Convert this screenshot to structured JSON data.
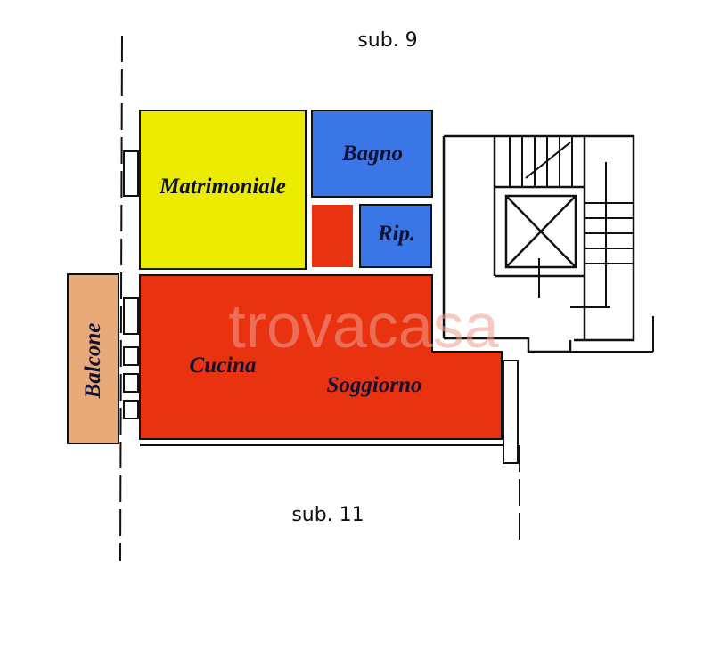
{
  "neighbors": {
    "top": "sub. 9",
    "bottom": "sub. 11"
  },
  "watermark": "trovacasa",
  "rooms": [
    {
      "name": "Matrimoniale",
      "color": "#ecec00"
    },
    {
      "name": "Bagno",
      "color": "#3b76e6"
    },
    {
      "name": "Rip.",
      "color": "#3b76e6"
    },
    {
      "name": "Cucina",
      "color": "#e83210"
    },
    {
      "name": "Soggiorno",
      "color": "#e83210"
    },
    {
      "name": "Balcone",
      "color": "#e8aa78"
    }
  ],
  "corridor_color": "#e83210"
}
